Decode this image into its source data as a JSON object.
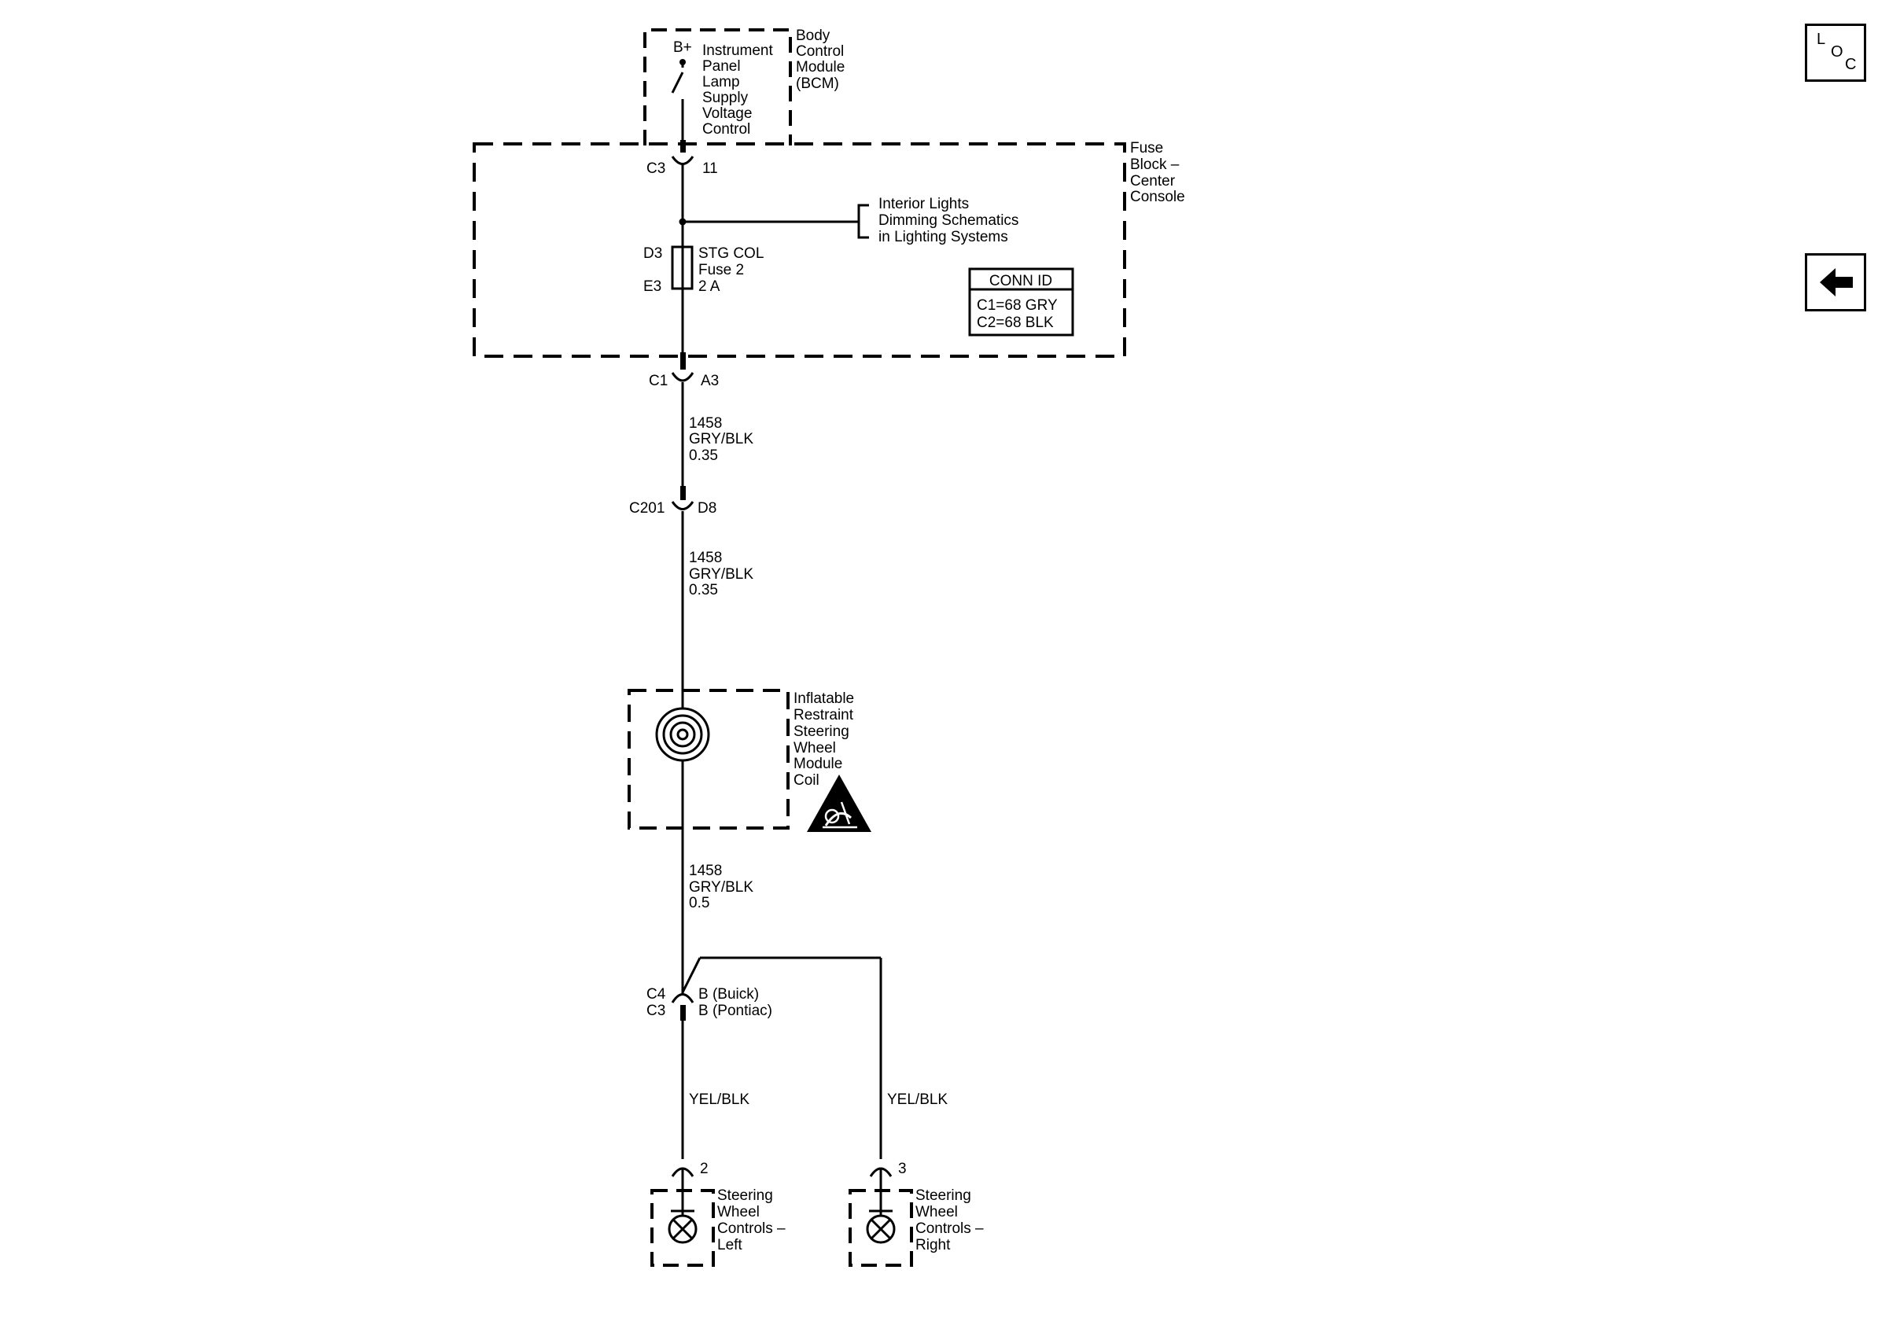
{
  "bcm": {
    "bplus": "B+",
    "function_lines": [
      "Instrument",
      "Panel",
      "Lamp",
      "Supply",
      "Voltage",
      "Control"
    ],
    "name_lines": [
      "Body",
      "Control",
      "Module",
      "(BCM)"
    ]
  },
  "fuse_block": {
    "name_lines": [
      "Fuse",
      "Block –",
      "Center",
      "Console"
    ],
    "c3_connector": "C3",
    "c3_pin": "11",
    "interior_lights_lines": [
      "Interior Lights",
      "Dimming Schematics",
      "in Lighting Systems"
    ],
    "fuse_top_pin": "D3",
    "fuse_bottom_pin": "E3",
    "fuse_lines": [
      "STG COL",
      "Fuse 2",
      "2 A"
    ],
    "conn_id": {
      "title": "CONN ID",
      "lines": [
        "C1=68 GRY",
        "C2=68 BLK"
      ]
    },
    "c1_connector": "C1",
    "c1_pin": "A3"
  },
  "wire_1": [
    "1458",
    "GRY/BLK",
    "0.35"
  ],
  "c201": {
    "connector": "C201",
    "pin": "D8"
  },
  "wire_2": [
    "1458",
    "GRY/BLK",
    "0.35"
  ],
  "coil": {
    "name_lines": [
      "Inflatable",
      "Restraint",
      "Steering",
      "Wheel",
      "Module",
      "Coil"
    ]
  },
  "wire_3": [
    "1458",
    "GRY/BLK",
    "0.5"
  ],
  "c4_c3": {
    "connectors": [
      "C4",
      "C3"
    ],
    "pins": [
      "B (Buick)",
      "B (Pontiac)"
    ]
  },
  "left_branch": {
    "wire": "YEL/BLK",
    "pin": "2",
    "name_lines": [
      "Steering",
      "Wheel",
      "Controls –",
      "Left"
    ]
  },
  "right_branch": {
    "wire": "YEL/BLK",
    "pin": "3",
    "name_lines": [
      "Steering",
      "Wheel",
      "Controls –",
      "Right"
    ]
  },
  "nav": {
    "loc_letters": [
      "L",
      "O",
      "C"
    ],
    "back_icon": "left-arrow-icon"
  }
}
